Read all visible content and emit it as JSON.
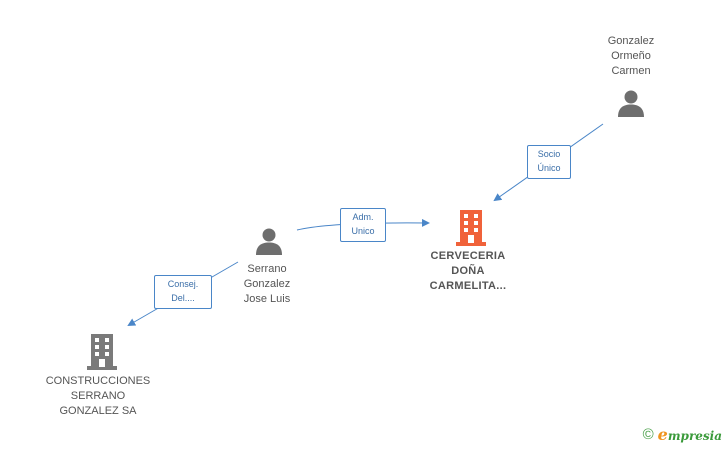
{
  "nodes": {
    "person_gonzalez": {
      "lines": [
        "Gonzalez",
        "Ormeño",
        "Carmen"
      ],
      "kind": "person"
    },
    "person_serrano": {
      "lines": [
        "Serrano",
        "Gonzalez",
        "Jose Luis"
      ],
      "kind": "person"
    },
    "company_cerveceria": {
      "lines": [
        "CERVECERIA",
        "DOÑA",
        "CARMELITA..."
      ],
      "kind": "company",
      "highlight": true
    },
    "company_construcciones": {
      "lines": [
        "CONSTRUCCIONES",
        "SERRANO",
        "GONZALEZ SA"
      ],
      "kind": "company"
    }
  },
  "edges": {
    "socio_unico": {
      "lines": [
        "Socio",
        "Único"
      ]
    },
    "adm_unico": {
      "lines": [
        "Adm.",
        "Unico"
      ]
    },
    "consej_del": {
      "lines": [
        "Consej.",
        "Del...."
      ]
    }
  },
  "colors": {
    "highlight_company": "#f0623a",
    "company": "#7a7a7a",
    "person": "#6e6e6e",
    "edge": "#4a86c8"
  },
  "brand": {
    "symbol": "©",
    "initial": "e",
    "rest": "mpresia"
  }
}
